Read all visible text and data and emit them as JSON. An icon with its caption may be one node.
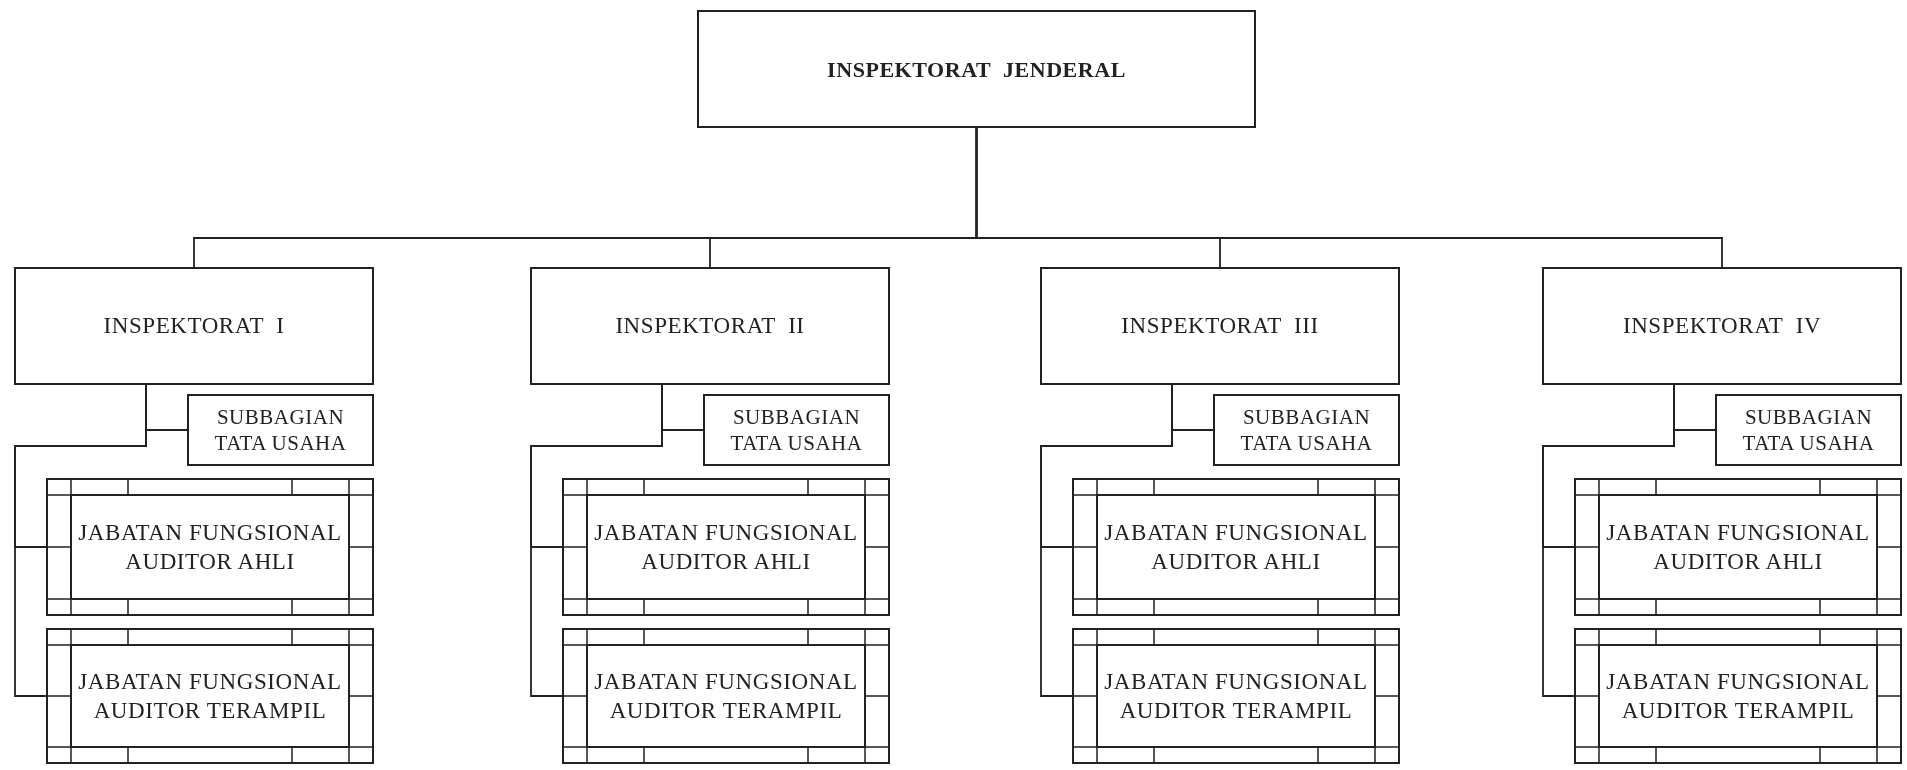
{
  "diagram": {
    "nodes": [
      {
        "text": [
          "INSPEKTORAT  JENDERAL"
        ]
      },
      {
        "text": [
          "INSPEKTORAT  I"
        ]
      },
      {
        "text": [
          "SUBBAGIAN TATA USAHA"
        ]
      },
      {
        "text": [
          "JABATAN FUNGSIONAL AUDITOR AHLI"
        ]
      },
      {
        "text": [
          "JABATAN FUNGSIONAL AUDITOR TERAMPIL"
        ]
      },
      {
        "text": [
          "INSPEKTORAT  II"
        ]
      },
      {
        "text": [
          "SUBBAGIAN TATA USAHA"
        ]
      },
      {
        "text": [
          "JABATAN FUNGSIONAL AUDITOR AHLI"
        ]
      },
      {
        "text": [
          "JABATAN FUNGSIONAL AUDITOR TERAMPIL"
        ]
      },
      {
        "text": [
          "INSPEKTORAT  III"
        ]
      },
      {
        "text": [
          "SUBBAGIAN TATA USAHA"
        ]
      },
      {
        "text": [
          "JABATAN FUNGSIONAL AUDITOR AHLI"
        ]
      },
      {
        "text": [
          "JABATAN FUNGSIONAL AUDITOR TERAMPIL"
        ]
      },
      {
        "text": [
          "INSPEKTORAT  IV"
        ]
      },
      {
        "text": [
          "SUBBAGIAN TATA USAHA"
        ]
      },
      {
        "text": [
          "JABATAN FUNGSIONAL AUDITOR AHLI"
        ]
      },
      {
        "text": [
          "JABATAN FUNGSIONAL AUDITOR TERAMPIL"
        ]
      }
    ],
    "edges": [
      {
        "from": 0,
        "to": 1,
        "arrow": "none"
      },
      {
        "from": 0,
        "to": 5,
        "arrow": "none"
      },
      {
        "from": 0,
        "to": 9,
        "arrow": "none"
      },
      {
        "from": 0,
        "to": 13,
        "arrow": "none"
      },
      {
        "from": 1,
        "to": 2,
        "arrow": "none"
      },
      {
        "from": 1,
        "to": 3,
        "arrow": "none"
      },
      {
        "from": 1,
        "to": 4,
        "arrow": "none"
      },
      {
        "from": 5,
        "to": 6,
        "arrow": "none"
      },
      {
        "from": 5,
        "to": 7,
        "arrow": "none"
      },
      {
        "from": 5,
        "to": 8,
        "arrow": "none"
      },
      {
        "from": 9,
        "to": 10,
        "arrow": "none"
      },
      {
        "from": 9,
        "to": 11,
        "arrow": "none"
      },
      {
        "from": 9,
        "to": 12,
        "arrow": "none"
      },
      {
        "from": 13,
        "to": 14,
        "arrow": "none"
      },
      {
        "from": 13,
        "to": 15,
        "arrow": "none"
      },
      {
        "from": 13,
        "to": 16,
        "arrow": "none"
      }
    ]
  }
}
